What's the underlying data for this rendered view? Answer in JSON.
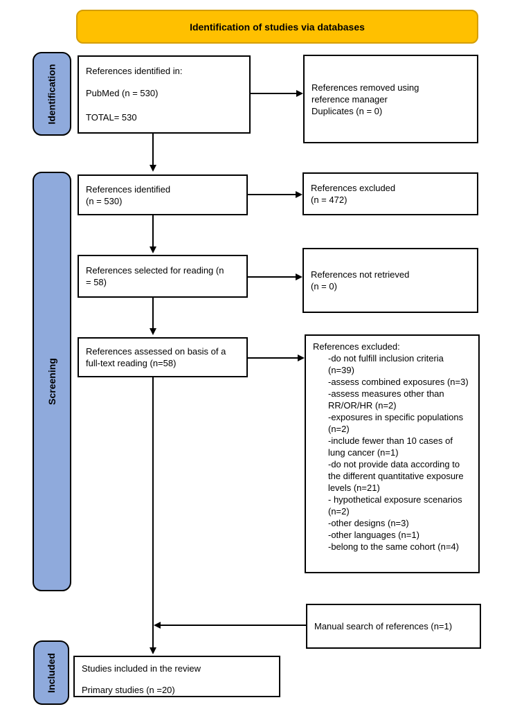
{
  "header": {
    "title": "Identification of studies via databases"
  },
  "stages": [
    {
      "label": "Identification"
    },
    {
      "label": "Screening"
    },
    {
      "label": "Included"
    }
  ],
  "nodes": {
    "identified_in": {
      "line1": "References identified in:",
      "line2": "PubMed (n = 530)",
      "line3": "TOTAL= 530"
    },
    "duplicates_removed": {
      "line1": "References removed using",
      "line2": "reference manager",
      "line3": "Duplicates (n = 0)"
    },
    "identified": {
      "line1": "References identified",
      "line2": "(n = 530)"
    },
    "excluded_screening": {
      "line1": "References excluded",
      "line2": "(n = 472)"
    },
    "selected_reading": {
      "line1": "References selected for reading (n",
      "line2": "= 58)"
    },
    "not_retrieved": {
      "line1": "References not retrieved",
      "line2": "(n = 0)"
    },
    "fulltext_assessed": {
      "line1": "References assessed on basis of a",
      "line2": "full-text reading (n=58)"
    },
    "excluded_fulltext": {
      "title": "References excluded:",
      "reasons": [
        "-do not fulfill inclusion criteria (n=39)",
        "-assess combined exposures (n=3)",
        "-assess measures other than RR/OR/HR (n=2)",
        "-exposures in specific populations (n=2)",
        "-include fewer than 10 cases of lung cancer (n=1)",
        "-do not provide data according to the different quantitative exposure levels (n=21)",
        "- hypothetical exposure scenarios (n=2)",
        "-other designs (n=3)",
        "-other languages (n=1)",
        "-belong to the same cohort (n=4)"
      ]
    },
    "manual_search": {
      "line1": "Manual search of references (n=1)"
    },
    "included_studies": {
      "line1": "Studies included in the review",
      "line2": "Primary studies (n =20)"
    }
  },
  "colors": {
    "banner_fill": "#FFC000",
    "banner_border": "#D49D00",
    "stage_fill": "#8FAADC",
    "box_border": "#000000",
    "arrow": "#000000"
  }
}
